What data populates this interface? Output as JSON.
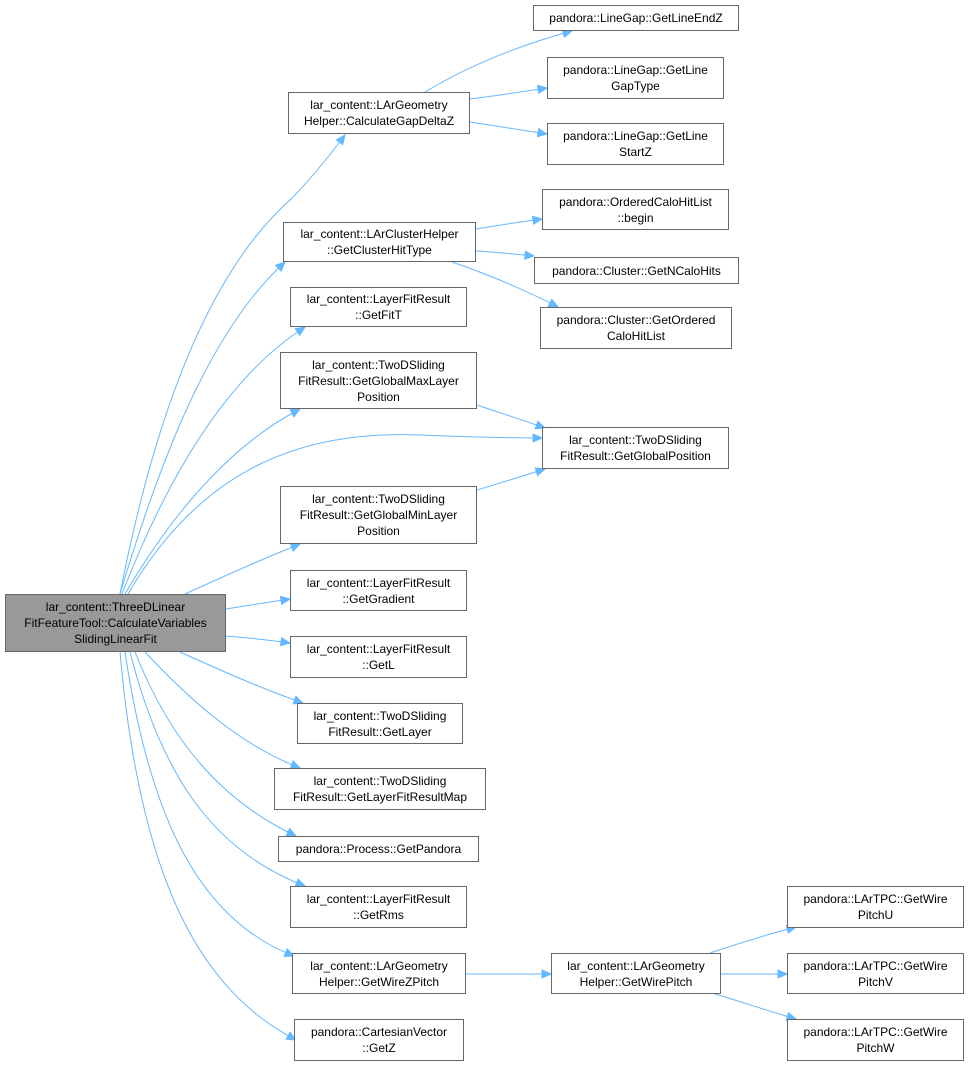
{
  "colors": {
    "edge": "#63b8ff",
    "root_fill": "#999999",
    "node_border": "#666666",
    "node_fill": "#ffffff"
  },
  "diagram": {
    "nodes": [
      {
        "id": "root",
        "label": "lar_content::ThreeDLinear\nFitFeatureTool::CalculateVariables\nSlidingLinearFit",
        "root": true
      },
      {
        "id": "calcGapDeltaZ",
        "label": "lar_content::LArGeometry\nHelper::CalculateGapDeltaZ"
      },
      {
        "id": "lineEndZ",
        "label": "pandora::LineGap::GetLineEndZ"
      },
      {
        "id": "lineGapType",
        "label": "pandora::LineGap::GetLine\nGapType"
      },
      {
        "id": "lineStartZ",
        "label": "pandora::LineGap::GetLine\nStartZ"
      },
      {
        "id": "clusterHitType",
        "label": "lar_content::LArClusterHelper\n::GetClusterHitType"
      },
      {
        "id": "orderedBegin",
        "label": "pandora::OrderedCaloHitList\n::begin"
      },
      {
        "id": "nCaloHits",
        "label": "pandora::Cluster::GetNCaloHits"
      },
      {
        "id": "orderedCaloHitList",
        "label": "pandora::Cluster::GetOrdered\nCaloHitList"
      },
      {
        "id": "getFitT",
        "label": "lar_content::LayerFitResult\n::GetFitT"
      },
      {
        "id": "globalMaxLayerPos",
        "label": "lar_content::TwoDSliding\nFitResult::GetGlobalMaxLayer\nPosition"
      },
      {
        "id": "globalPos",
        "label": "lar_content::TwoDSliding\nFitResult::GetGlobalPosition"
      },
      {
        "id": "globalMinLayerPos",
        "label": "lar_content::TwoDSliding\nFitResult::GetGlobalMinLayer\nPosition"
      },
      {
        "id": "gradient",
        "label": "lar_content::LayerFitResult\n::GetGradient"
      },
      {
        "id": "getL",
        "label": "lar_content::LayerFitResult\n::GetL"
      },
      {
        "id": "getLayer",
        "label": "lar_content::TwoDSliding\nFitResult::GetLayer"
      },
      {
        "id": "layerFitResultMap",
        "label": "lar_content::TwoDSliding\nFitResult::GetLayerFitResultMap"
      },
      {
        "id": "getPandora",
        "label": "pandora::Process::GetPandora"
      },
      {
        "id": "getRms",
        "label": "lar_content::LayerFitResult\n::GetRms"
      },
      {
        "id": "wireZPitch",
        "label": "lar_content::LArGeometry\nHelper::GetWireZPitch"
      },
      {
        "id": "wirePitch",
        "label": "lar_content::LArGeometry\nHelper::GetWirePitch"
      },
      {
        "id": "wirePitchU",
        "label": "pandora::LArTPC::GetWire\nPitchU"
      },
      {
        "id": "wirePitchV",
        "label": "pandora::LArTPC::GetWire\nPitchV"
      },
      {
        "id": "wirePitchW",
        "label": "pandora::LArTPC::GetWire\nPitchW"
      },
      {
        "id": "getZ",
        "label": "pandora::CartesianVector\n::GetZ"
      }
    ],
    "edges": [
      [
        "root",
        "calcGapDeltaZ"
      ],
      [
        "root",
        "clusterHitType"
      ],
      [
        "root",
        "getFitT"
      ],
      [
        "root",
        "globalMaxLayerPos"
      ],
      [
        "root",
        "globalPos"
      ],
      [
        "root",
        "globalMinLayerPos"
      ],
      [
        "root",
        "gradient"
      ],
      [
        "root",
        "getL"
      ],
      [
        "root",
        "getLayer"
      ],
      [
        "root",
        "layerFitResultMap"
      ],
      [
        "root",
        "getPandora"
      ],
      [
        "root",
        "getRms"
      ],
      [
        "root",
        "wireZPitch"
      ],
      [
        "root",
        "getZ"
      ],
      [
        "calcGapDeltaZ",
        "lineEndZ"
      ],
      [
        "calcGapDeltaZ",
        "lineGapType"
      ],
      [
        "calcGapDeltaZ",
        "lineStartZ"
      ],
      [
        "clusterHitType",
        "orderedBegin"
      ],
      [
        "clusterHitType",
        "nCaloHits"
      ],
      [
        "clusterHitType",
        "orderedCaloHitList"
      ],
      [
        "globalMaxLayerPos",
        "globalPos"
      ],
      [
        "globalMinLayerPos",
        "globalPos"
      ],
      [
        "wireZPitch",
        "wirePitch"
      ],
      [
        "wirePitch",
        "wirePitchU"
      ],
      [
        "wirePitch",
        "wirePitchV"
      ],
      [
        "wirePitch",
        "wirePitchW"
      ]
    ]
  }
}
